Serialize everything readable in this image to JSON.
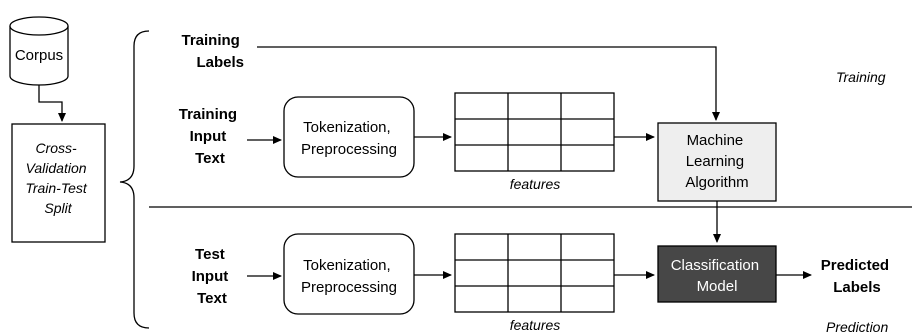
{
  "corpus": {
    "label": "Corpus"
  },
  "split": {
    "lines": [
      "Cross-",
      "Validation",
      "Train-Test",
      "Split"
    ]
  },
  "training": {
    "section_label": "Training",
    "labels": [
      "Training",
      "Labels"
    ],
    "input": [
      "Training",
      "Input",
      "Text"
    ],
    "process": [
      "Tokenization,",
      "Preprocessing"
    ],
    "features_caption": "features",
    "algorithm": [
      "Machine",
      "Learning",
      "Algorithm"
    ]
  },
  "prediction": {
    "section_label": "Prediction",
    "input": [
      "Test",
      "Input",
      "Text"
    ],
    "process": [
      "Tokenization,",
      "Preprocessing"
    ],
    "features_caption": "features",
    "model": [
      "Classification",
      "Model"
    ],
    "output": [
      "Predicted",
      "Labels"
    ]
  },
  "colors": {
    "algorithm_fill": "#eeeeee",
    "model_fill": "#474747",
    "model_text": "#ffffff",
    "stroke": "#000000"
  }
}
